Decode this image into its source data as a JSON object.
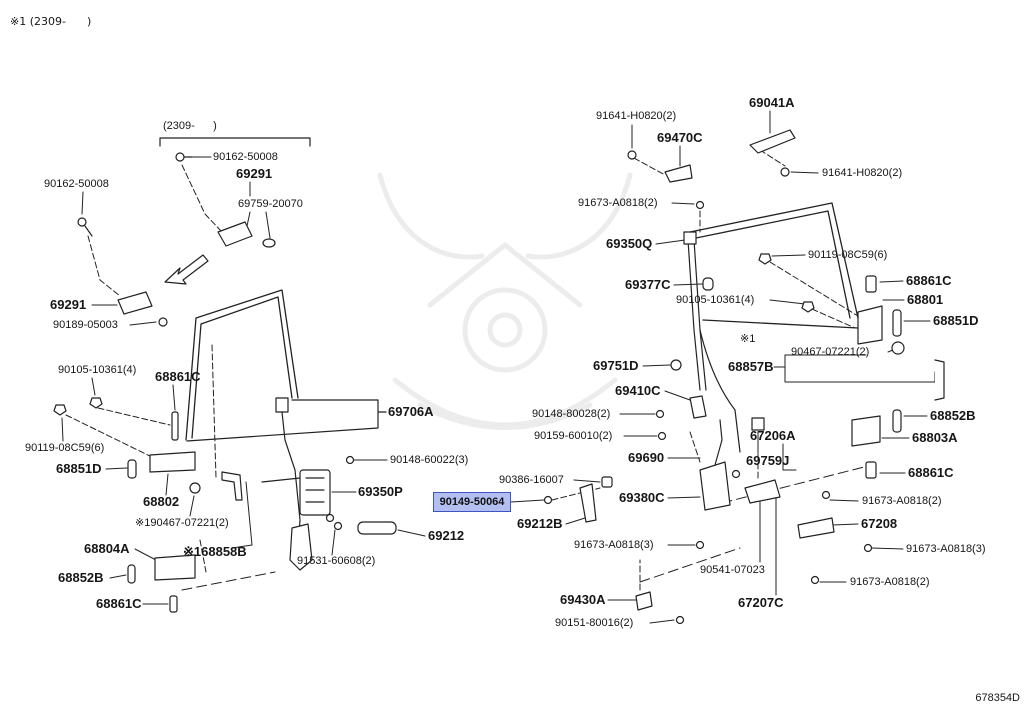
{
  "header_note": "※1 (2309-      )",
  "diagram_id": "678354D",
  "highlighted_part": "90149-50064",
  "colors": {
    "highlight_fill": "#b3bff0",
    "highlight_border": "#3f55c4",
    "line": "#222222",
    "watermark": "#ececec"
  },
  "left_assembly": {
    "date_range": "(2309-      )",
    "callouts": [
      "90162-50008",
      "69291",
      "69759-20070",
      "90162-50008",
      "69291",
      "90189-05003",
      "90105-10361(4)",
      "68861C",
      "69706A",
      "90119-08C59(6)",
      "68851D",
      "90148-60022(3)",
      "68802",
      "69350P",
      "※190467-07221(2)",
      "69212",
      "68804A",
      "※168858B",
      "91531-60608(2)",
      "68852B",
      "68861C"
    ]
  },
  "right_assembly": {
    "callouts": [
      "91641-H0820(2)",
      "69041A",
      "69470C",
      "91641-H0820(2)",
      "91673-A0818(2)",
      "69350Q",
      "90119-08C59(6)",
      "68861C",
      "69377C",
      "90105-10361(4)",
      "68801",
      "68851D",
      "※1",
      "90467-07221(2)",
      "69751D",
      "68857B",
      "69410C",
      "90148-80028(2)",
      "68852B",
      "67206A",
      "90159-60010(2)",
      "68803A",
      "69690",
      "69759J",
      "68861C",
      "90386-16007",
      "69380C",
      "91673-A0818(2)",
      "69212B",
      "67208",
      "91673-A0818(3)",
      "91673-A0818(3)",
      "90541-07023",
      "91673-A0818(2)",
      "69430A",
      "67207C",
      "90151-80016(2)"
    ]
  }
}
